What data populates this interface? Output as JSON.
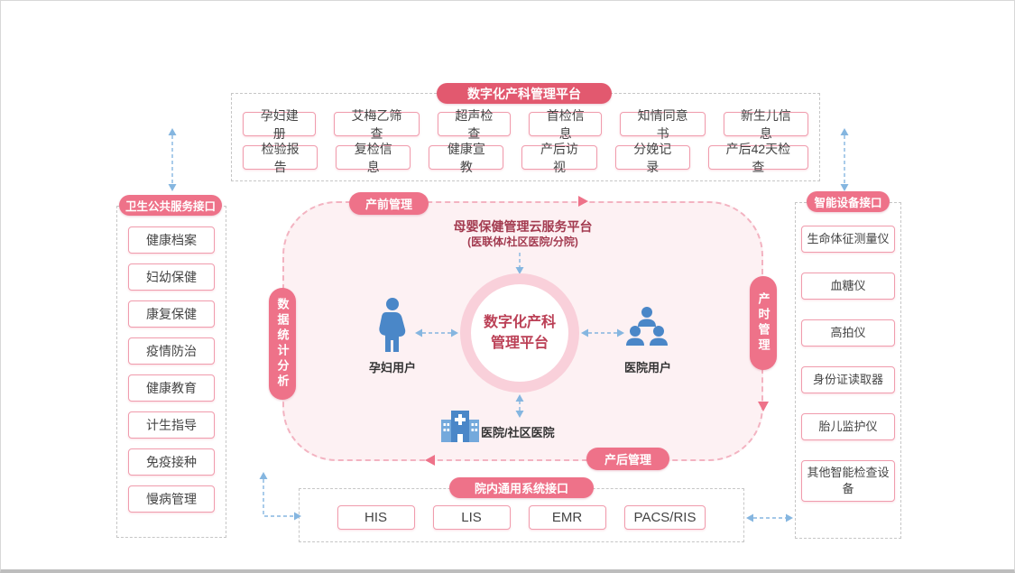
{
  "colors": {
    "pill_pink": "#ee7289",
    "badge_red": "#e2596f",
    "button_border": "#f09cad",
    "panel_dash_gray": "#c6c6c6",
    "center_fill": "#fdf1f3",
    "center_dash": "#f3b3c1",
    "icon_blue": "#4a87c8",
    "arrow_blue": "#85b6e0",
    "dark_red_text": "#a33b50"
  },
  "top_section": {
    "title": "数字化产科管理平台",
    "row1": [
      "孕妇建册",
      "艾梅乙筛查",
      "超声检查",
      "首检信息",
      "知情同意书",
      "新生儿信息"
    ],
    "row2": [
      "检验报告",
      "复检信息",
      "健康宣教",
      "产后访视",
      "分娩记录",
      "产后42天检查"
    ]
  },
  "left_panel": {
    "title": "卫生公共服务接口",
    "items": [
      "健康档案",
      "妇幼保健",
      "康复保健",
      "疫情防治",
      "健康教育",
      "计生指导",
      "免疫接种",
      "慢病管理"
    ]
  },
  "right_panel": {
    "title": "智能设备接口",
    "items": [
      "生命体征测量仪",
      "血糖仪",
      "高拍仪",
      "身份证读取器",
      "胎儿监护仪",
      "其他智能检查设备"
    ]
  },
  "bottom_panel": {
    "title": "院内通用系统接口",
    "items": [
      "HIS",
      "LIS",
      "EMR",
      "PACS/RIS"
    ]
  },
  "center": {
    "cloud_title": "母婴保健管理云服务平台",
    "cloud_subtitle": "(医联体/社区医院/分院)",
    "core_title_line1": "数字化产科",
    "core_title_line2": "管理平台",
    "pregnant_user_label": "孕妇用户",
    "hospital_user_label": "医院用户",
    "hospital_label": "医院/社区医院",
    "pill_prenatal": "产前管理",
    "pill_intrapartum": "产时管理",
    "pill_postpartum": "产后管理",
    "pill_data_analysis": "数据统计分析"
  }
}
